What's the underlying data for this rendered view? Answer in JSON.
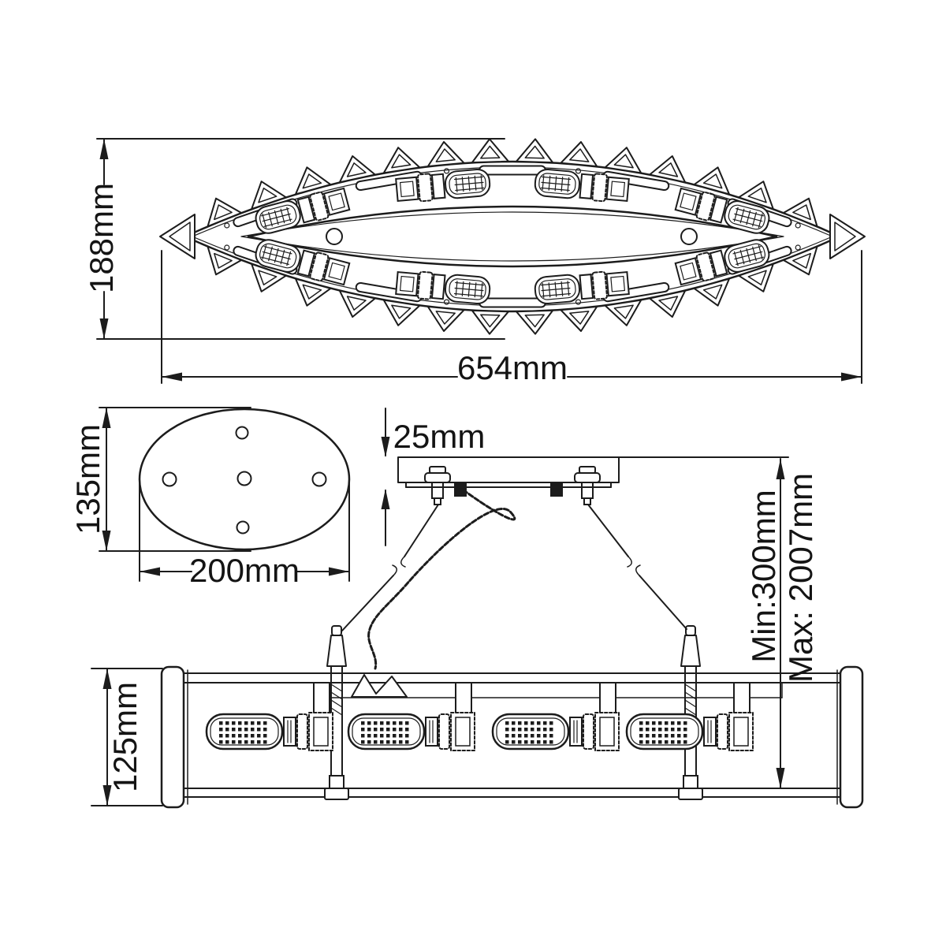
{
  "labels": {
    "top_height": "188mm",
    "top_width": "654mm",
    "plate_height": "135mm",
    "plate_width": "200mm",
    "canopy_thickness": "25mm",
    "drop_min": "Min:300mm",
    "drop_max": "Max: 2007mm",
    "body_height": "125mm"
  }
}
